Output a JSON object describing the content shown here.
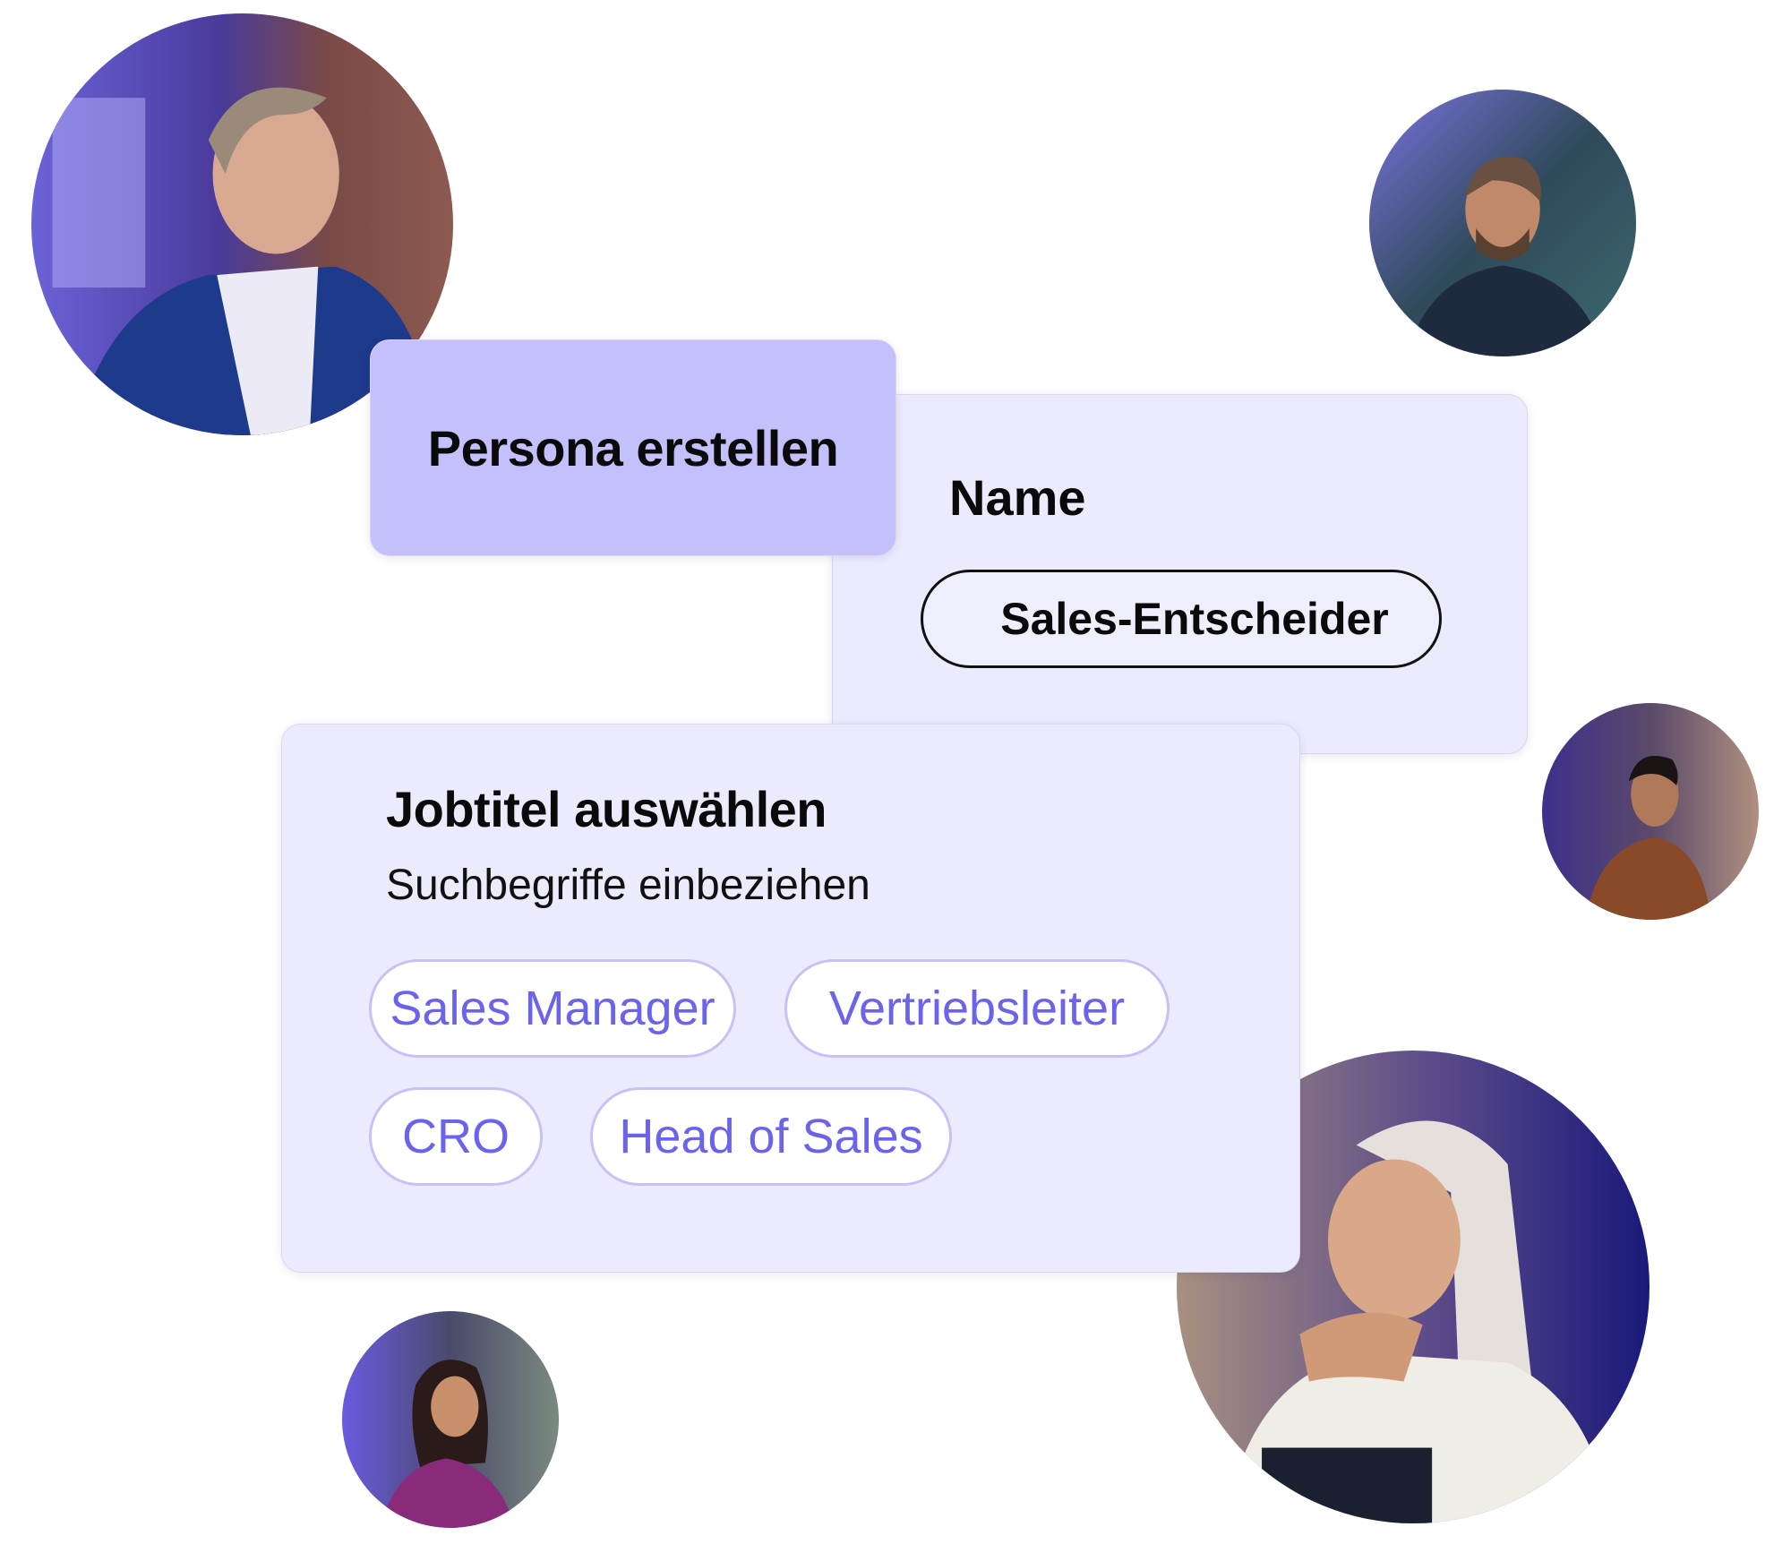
{
  "persona_card": {
    "title": "Persona erstellen"
  },
  "name_card": {
    "label": "Name",
    "value": "Sales-Entscheider"
  },
  "job_card": {
    "title": "Jobtitel auswählen",
    "subtitle": "Suchbegriffe einbeziehen",
    "chips": [
      {
        "label": "Sales Manager"
      },
      {
        "label": "Vertriebsleiter"
      },
      {
        "label": "CRO"
      },
      {
        "label": "Head of Sales"
      }
    ]
  },
  "avatars": [
    {
      "description": "man in blue suit smiling",
      "position": "top-left"
    },
    {
      "description": "bearded man smiling",
      "position": "top-right"
    },
    {
      "description": "man with dark hair looking down",
      "position": "middle-right"
    },
    {
      "description": "older woman with white hair, chin on hand",
      "position": "bottom-right"
    },
    {
      "description": "woman with dark hair smiling",
      "position": "bottom-left"
    }
  ],
  "colors": {
    "accent_card": "#c3c0fb",
    "panel_bg": "#ecebfd",
    "chip_text": "#6b64ea",
    "chip_border": "#c5c2f6"
  }
}
